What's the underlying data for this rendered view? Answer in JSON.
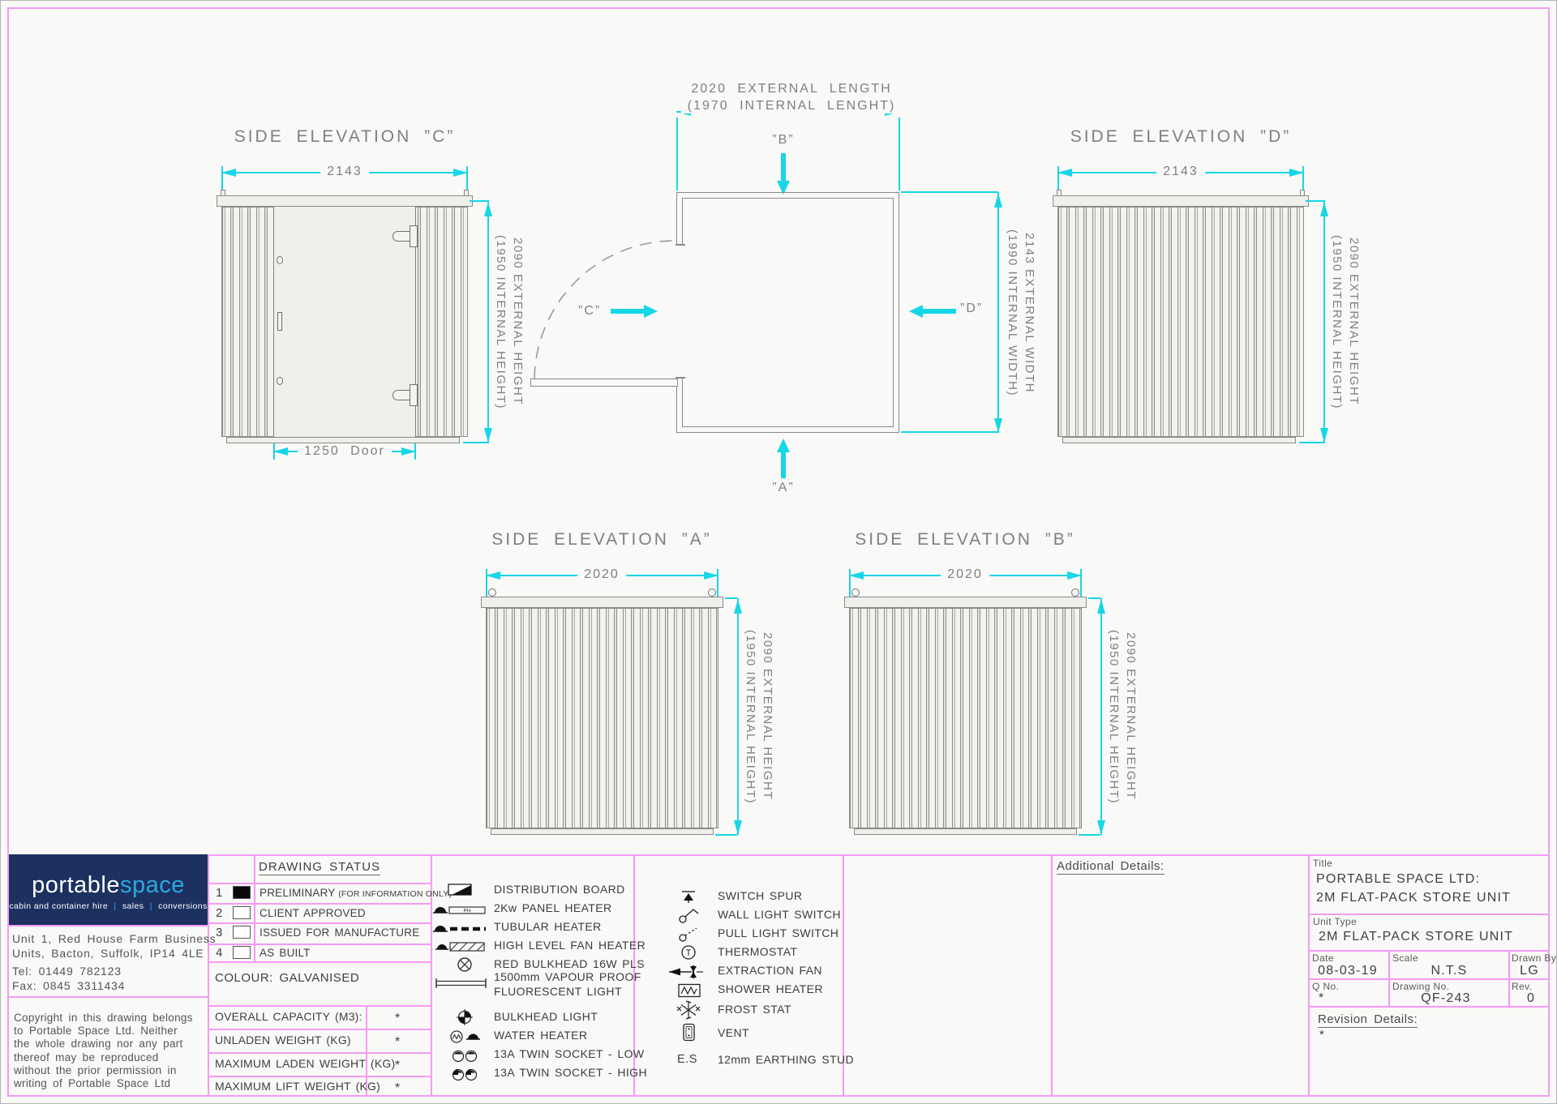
{
  "colors": {
    "accent_cyan": "#17d6e6",
    "frame_pink": "#f59af5",
    "logo_navy": "#1c3160",
    "logo_blue": "#2aa9e2",
    "drawing_gray": "#8a8a8a"
  },
  "elevations": {
    "c": {
      "title": "SIDE ELEVATION ”C”",
      "width_dim": "2143",
      "height_line1": "2090 EXTERNAL HEIGHT",
      "height_line2": "(1950 INTERNAL HEIGHT)",
      "door_dim": "1250 Door"
    },
    "d": {
      "title": "SIDE ELEVATION ”D”",
      "width_dim": "2143",
      "height_line1": "2090 EXTERNAL HEIGHT",
      "height_line2": "(1950 INTERNAL HEIGHT)"
    },
    "a": {
      "title": "SIDE ELEVATION ”A”",
      "width_dim": "2020",
      "height_line1": "2090 EXTERNAL HEIGHT",
      "height_line2": "(1950 INTERNAL HEIGHT)"
    },
    "b": {
      "title": "SIDE ELEVATION ”B”",
      "width_dim": "2020",
      "height_line1": "2090 EXTERNAL HEIGHT",
      "height_line2": "(1950 INTERNAL HEIGHT)"
    }
  },
  "plan": {
    "length_line1": "2020 EXTERNAL LENGTH",
    "length_line2": "(1970 INTERNAL LENGHT)",
    "width_line1": "2143 EXTERNAL WIDTH",
    "width_line2": "(1990 INTERNAL WIDTH)",
    "label_a": "”A”",
    "label_b": "”B”",
    "label_c": "”C”",
    "label_d": "”D”"
  },
  "company": {
    "logo_part1": "portable",
    "logo_part2": "space",
    "tagline_1": "cabin and container hire",
    "tagline_sep1": "|",
    "tagline_2": "sales",
    "tagline_sep2": "|",
    "tagline_3": "conversions",
    "address_line1": "Unit 1, Red House Farm Business",
    "address_line2": "Units, Bacton, Suffolk, IP14 4LE",
    "tel": "Tel:  01449 782123",
    "fax": "Fax:  0845 3311434",
    "copyright_lines": [
      "Copyright in this drawing belongs",
      "to Portable Space Ltd. Neither",
      "the whole drawing nor any part",
      "thereof may be reproduced",
      "without the prior permission in",
      "writing of Portable Space Ltd"
    ]
  },
  "drawing_status": {
    "header": "DRAWING STATUS",
    "rows": [
      {
        "num": "1",
        "label": "PRELIMINARY",
        "suffix": "(FOR INFORMATION ONLY)",
        "checked": true
      },
      {
        "num": "2",
        "label": "CLIENT APPROVED",
        "suffix": "",
        "checked": false
      },
      {
        "num": "3",
        "label": "ISSUED FOR MANUFACTURE",
        "suffix": "",
        "checked": false
      },
      {
        "num": "4",
        "label": "AS BUILT",
        "suffix": "",
        "checked": false
      }
    ],
    "colour": "COLOUR: GALVANISED"
  },
  "specs": {
    "rows": [
      {
        "label": "OVERALL CAPACITY (M3):",
        "value": "*"
      },
      {
        "label": "UNLADEN WEIGHT (KG)",
        "value": "*"
      },
      {
        "label": "MAXIMUM LADEN WEIGHT (KG)",
        "value": "*"
      },
      {
        "label": "MAXIMUM LIFT WEIGHT (KG)",
        "value": "*"
      }
    ]
  },
  "legend_left": {
    "rows": [
      {
        "icon": "distribution-board",
        "label": "DISTRIBUTION BOARD"
      },
      {
        "icon": "panel-heater",
        "label": "2Kw PANEL HEATER",
        "icon_text": "PH"
      },
      {
        "icon": "tubular-heater",
        "label": "TUBULAR HEATER"
      },
      {
        "icon": "fan-heater",
        "label": "HIGH LEVEL FAN HEATER"
      },
      {
        "icon": "red-bulkhead",
        "label": "RED BULKHEAD 16W PLS"
      },
      {
        "icon": "fluorescent-light",
        "label": "1500mm VAPOUR PROOF",
        "label2": "FLUORESCENT LIGHT"
      },
      {
        "icon": "bulkhead-light",
        "label": "BULKHEAD LIGHT"
      },
      {
        "icon": "water-heater",
        "label": "WATER HEATER"
      },
      {
        "icon": "twin-socket-low",
        "label": "13A TWIN SOCKET - LOW"
      },
      {
        "icon": "twin-socket-high",
        "label": "13A TWIN SOCKET - HIGH"
      }
    ]
  },
  "legend_right": {
    "rows": [
      {
        "icon": "switch-spur",
        "label": "SWITCH SPUR"
      },
      {
        "icon": "wall-light-switch",
        "label": "WALL LIGHT SWITCH"
      },
      {
        "icon": "pull-light-switch",
        "label": "PULL LIGHT SWITCH"
      },
      {
        "icon": "thermostat",
        "label": "THERMOSTAT",
        "icon_text": "T"
      },
      {
        "icon": "extraction-fan",
        "label": "EXTRACTION FAN"
      },
      {
        "icon": "shower-heater",
        "label": "SHOWER HEATER"
      },
      {
        "icon": "frost-stat",
        "label": "FROST STAT"
      },
      {
        "icon": "vent",
        "label": "VENT"
      },
      {
        "icon": "earthing-stud",
        "icon_text": "E.S",
        "label": "12mm EARTHING STUD"
      }
    ]
  },
  "additional_details": {
    "header": "Additional Details:"
  },
  "title_block": {
    "title_label": "Title",
    "title_line1": "PORTABLE SPACE LTD:",
    "title_line2": "2M FLAT-PACK STORE UNIT",
    "unit_type_label": "Unit Type",
    "unit_type": "2M FLAT-PACK STORE UNIT",
    "date_label": "Date",
    "date": "08-03-19",
    "scale_label": "Scale",
    "scale": "N.T.S",
    "drawn_by_label": "Drawn By",
    "drawn_by": "LG",
    "q_no_label": "Q No.",
    "q_no": "*",
    "drawing_no_label": "Drawing No.",
    "drawing_no": "QF-243",
    "rev_label": "Rev.",
    "rev": "0",
    "revision_details_label": "Revision Details:",
    "revision_details": "*"
  }
}
